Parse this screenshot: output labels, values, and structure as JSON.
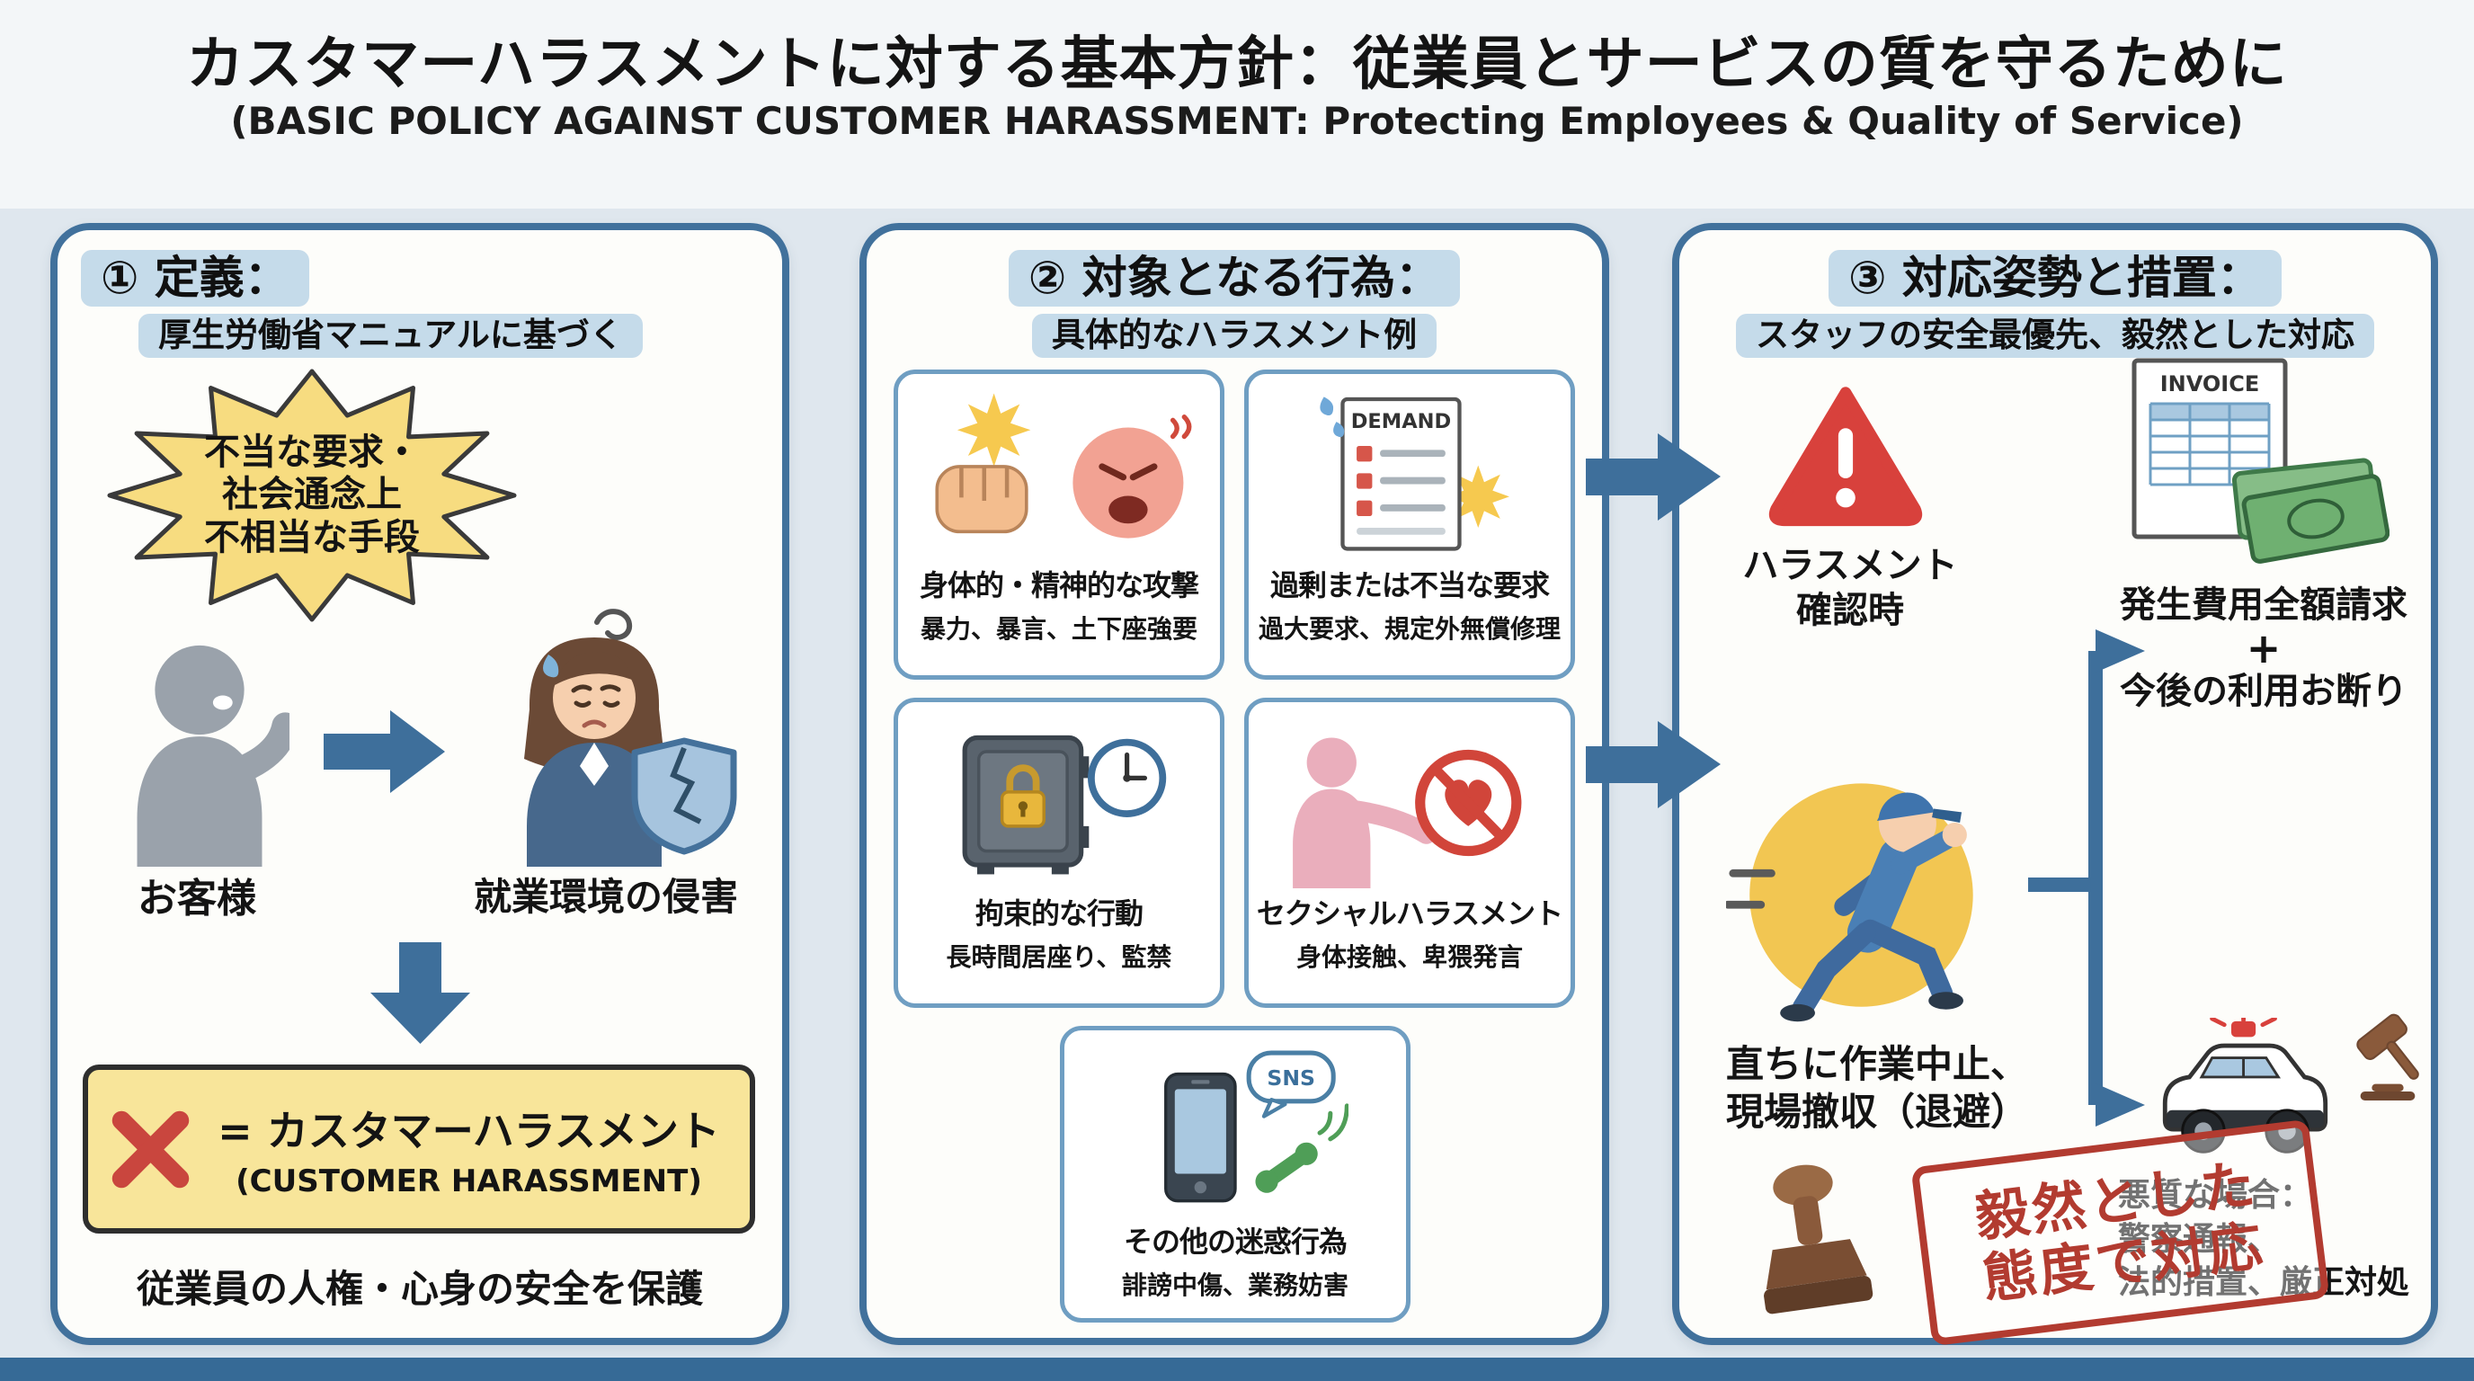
{
  "header": {
    "title": "カスタマーハラスメントに対する基本方針：従業員とサービスの質を守るために",
    "subtitle": "(BASIC POLICY AGAINST CUSTOMER HARASSMENT: Protecting Employees & Quality of Service)"
  },
  "palette": {
    "accent_blue": "#3e6f9b",
    "panel_border_blue": "#41719c",
    "chip_light_blue": "#c5dbea",
    "highlight_yellow": "#f7dc80",
    "equation_yellow": "#f8e59a",
    "alert_red": "#d8413c",
    "x_red": "#c9463e",
    "stamp_red": "#b23b30"
  },
  "panel1": {
    "heading": "① 定義：",
    "subheading": "厚生労働省マニュアルに基づく",
    "bubble_lines": [
      "不当な要求・",
      "社会通念上",
      "不相当な手段"
    ],
    "customer_label": "お客様",
    "harm_label": "就業環境の侵害",
    "equation_text": "= カスタマーハラスメント",
    "equation_sub": "(CUSTOMER HARASSMENT)",
    "footer": "従業員の人権・心身の安全を保護"
  },
  "panel2": {
    "heading": "② 対象となる行為：",
    "subheading": "具体的なハラスメント例",
    "cards": [
      {
        "icon": "fist-angry-face",
        "title": "身体的・精神的な攻撃",
        "desc": "暴力、暴言、土下座強要"
      },
      {
        "icon": "demand-document",
        "doc_label": "DEMAND",
        "title": "過剰または不当な要求",
        "desc": "過大要求、規定外無償修理"
      },
      {
        "icon": "locked-safe-clock",
        "title": "拘束的な行動",
        "desc": "長時間居座り、監禁"
      },
      {
        "icon": "no-touch-heart",
        "title": "セクシャルハラスメント",
        "desc": "身体接触、卑猥発言"
      },
      {
        "icon": "phone-sns",
        "sns_label": "SNS",
        "title": "その他の迷惑行為",
        "desc": "誹謗中傷、業務妨害"
      }
    ]
  },
  "panel3": {
    "heading": "③ 対応姿勢と措置：",
    "subheading": "スタッフの安全最優先、毅然とした対応",
    "alert_lines": [
      "ハラスメント",
      "確認時"
    ],
    "evacuate_lines": [
      "直ちに作業中止、",
      "現場撤収（退避）"
    ],
    "invoice_label": "INVOICE",
    "billing_lines": [
      "発生費用全額請求",
      "+",
      "今後の利用お断り"
    ],
    "legal_lines": [
      "悪質な場合：",
      "警察通報、",
      "法的措置、厳正対処"
    ],
    "stamp_lines": [
      "毅然とした",
      "態度で対応"
    ]
  }
}
